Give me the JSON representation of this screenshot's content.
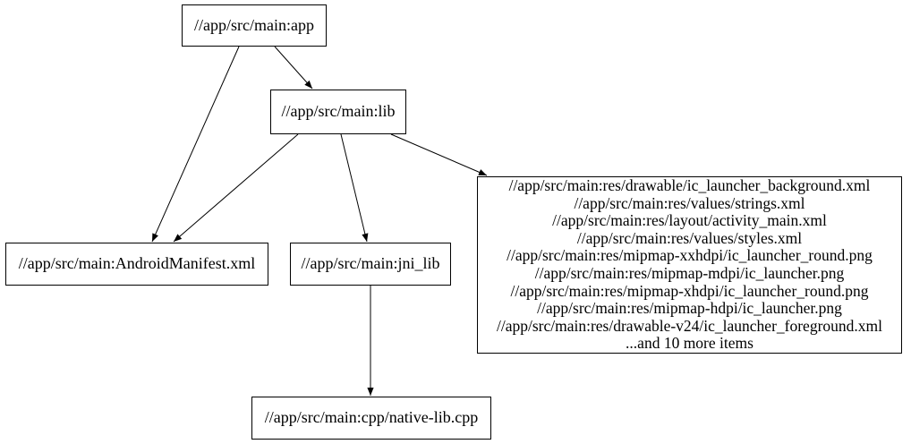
{
  "graph": {
    "background_color": "#ffffff",
    "node_fill_color": "#ffffff",
    "node_border_color": "#000000",
    "edge_color": "#000000",
    "text_color": "#000000",
    "nodes": {
      "app": {
        "label": "//app/src/main:app"
      },
      "lib": {
        "label": "//app/src/main:lib"
      },
      "android_manifest": {
        "label": "//app/src/main:AndroidManifest.xml"
      },
      "jni_lib": {
        "label": "//app/src/main:jni_lib"
      },
      "native_lib": {
        "label": "//app/src/main:cpp/native-lib.cpp"
      },
      "res_files": {
        "lines": [
          "//app/src/main:res/drawable/ic_launcher_background.xml",
          "//app/src/main:res/values/strings.xml",
          "//app/src/main:res/layout/activity_main.xml",
          "//app/src/main:res/values/styles.xml",
          "//app/src/main:res/mipmap-xxhdpi/ic_launcher_round.png",
          "//app/src/main:res/mipmap-mdpi/ic_launcher.png",
          "//app/src/main:res/mipmap-xhdpi/ic_launcher_round.png",
          "//app/src/main:res/mipmap-hdpi/ic_launcher.png",
          "//app/src/main:res/drawable-v24/ic_launcher_foreground.xml",
          "...and 10 more items"
        ]
      }
    },
    "edges": [
      {
        "from": "app",
        "to": "lib"
      },
      {
        "from": "app",
        "to": "android_manifest"
      },
      {
        "from": "lib",
        "to": "android_manifest"
      },
      {
        "from": "lib",
        "to": "jni_lib"
      },
      {
        "from": "lib",
        "to": "res_files"
      },
      {
        "from": "jni_lib",
        "to": "native_lib"
      }
    ]
  }
}
